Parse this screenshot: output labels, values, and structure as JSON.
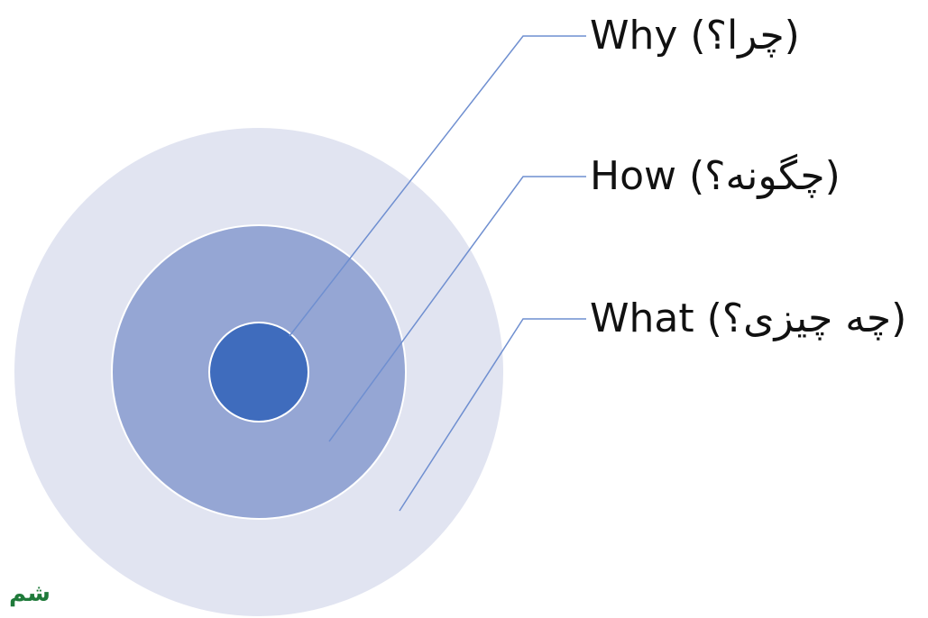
{
  "diagram": {
    "labels": {
      "why": "Why (چرا؟)",
      "how": "How (چگونه؟)",
      "what": "What (چه چیزی؟)"
    }
  },
  "colors": {
    "outer_circle": "#e1e4f1",
    "middle_circle": "#95a6d4",
    "inner_circle": "#3f6cbd",
    "leader_line": "#6f8fd0",
    "ring_border": "#ffffff"
  },
  "logo": {
    "text": "شم"
  }
}
